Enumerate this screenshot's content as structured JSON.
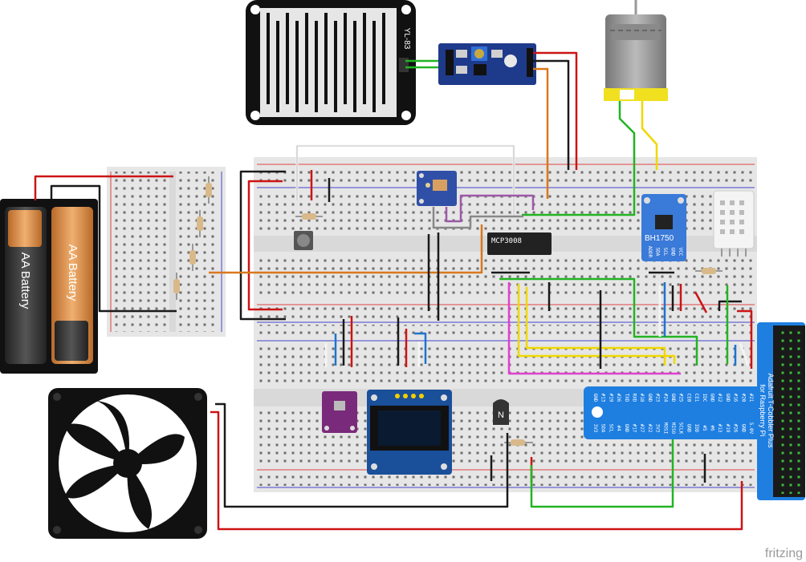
{
  "components": {
    "rain_sensor": {
      "label": "YL-83"
    },
    "adc_chip": {
      "label": "MCP3008"
    },
    "light_sensor": {
      "label": "BH1750",
      "pins": [
        "ADDR",
        "SDA",
        "SCL",
        "GND",
        "VCC"
      ]
    },
    "battery": {
      "cells": [
        "AA Battery",
        "AA Battery"
      ]
    },
    "cobbler": {
      "title": "Adafruit T-Cobbler Plus",
      "subtitle": "for Raspberry Pi",
      "top_pins": [
        "GND",
        "#13",
        "#19",
        "#26",
        "TXD",
        "RXD",
        "#18",
        "GND",
        "#23",
        "#24",
        "GND",
        "#25",
        "CE0",
        "CE1",
        "IDC",
        "GND",
        "#12",
        "GND",
        "#16",
        "#20",
        "#21"
      ],
      "bottom_pins": [
        "3V3",
        "SDA",
        "SCL",
        "#4",
        "GND",
        "#17",
        "#27",
        "#22",
        "3V3",
        "MOSI",
        "MISO",
        "SCLK",
        "GND",
        "IDD",
        "#5",
        "#6",
        "#13",
        "#19",
        "#26",
        "GND",
        "5.0V"
      ]
    },
    "transistor": {
      "label": "N"
    }
  },
  "branding": {
    "watermark": "fritzing"
  },
  "colors": {
    "wire_red": "#cc1414",
    "wire_black": "#1a1a1a",
    "wire_green": "#22b422",
    "wire_yellow": "#f0d800",
    "wire_orange": "#d8781c",
    "wire_purple": "#9c59a8",
    "wire_magenta": "#e040d0",
    "wire_blue": "#1e74d0",
    "wire_gray": "#888888",
    "wire_white": "#f4f4f4",
    "cobbler_blue": "#1f7fe0",
    "board_bg": "#e6e6e6"
  }
}
